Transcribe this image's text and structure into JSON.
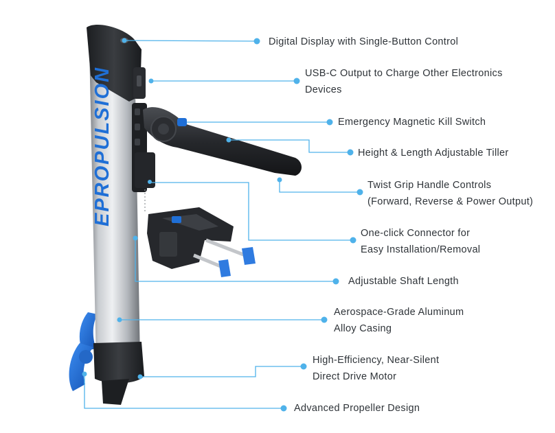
{
  "brand": {
    "wordmark": "EPROPULSION",
    "accent_color": "#1f6fd6",
    "leader_color": "#4fb2ea"
  },
  "callouts": [
    {
      "id": "display",
      "lines": [
        "Digital Display with Single-Button Control"
      ]
    },
    {
      "id": "usbc",
      "lines": [
        "USB-C Output to Charge Other Electronics",
        "Devices"
      ]
    },
    {
      "id": "kill-switch",
      "lines": [
        "Emergency Magnetic Kill Switch"
      ]
    },
    {
      "id": "tiller",
      "lines": [
        "Height & Length Adjustable Tiller"
      ]
    },
    {
      "id": "twist-grip",
      "lines": [
        "Twist Grip Handle Controls",
        "(Forward, Reverse & Power Output)"
      ]
    },
    {
      "id": "connector",
      "lines": [
        "One-click Connector for",
        "Easy Installation/Removal"
      ]
    },
    {
      "id": "shaft",
      "lines": [
        "Adjustable Shaft Length"
      ]
    },
    {
      "id": "casing",
      "lines": [
        "Aerospace-Grade Aluminum",
        "Alloy Casing"
      ]
    },
    {
      "id": "motor",
      "lines": [
        "High-Efficiency, Near-Silent",
        "Direct Drive Motor"
      ]
    },
    {
      "id": "propeller",
      "lines": [
        "Advanced Propeller Design"
      ]
    }
  ]
}
